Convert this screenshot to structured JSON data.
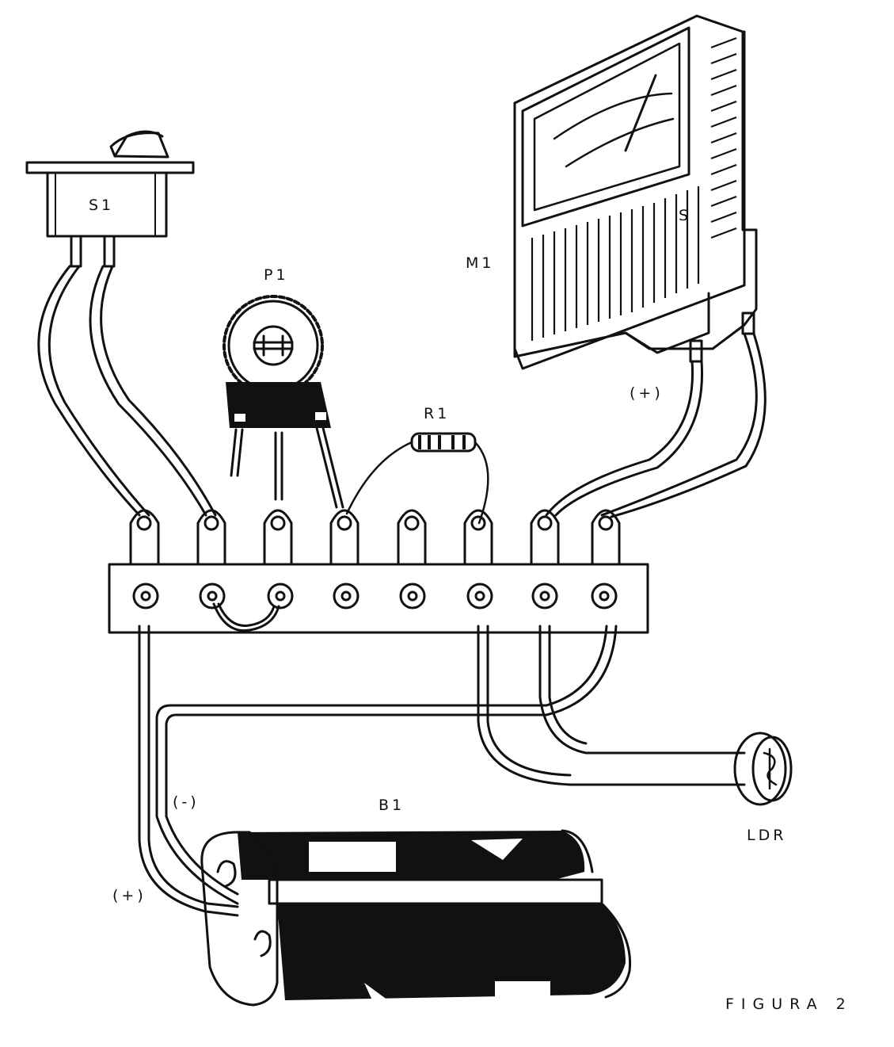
{
  "figure": {
    "caption": "FIGURA 2"
  },
  "components": {
    "switch": {
      "label": "S1"
    },
    "potentiometer": {
      "label": "P1"
    },
    "resistor": {
      "label": "R1"
    },
    "meter": {
      "label": "M1",
      "polarity_plus": "(+)"
    },
    "ldr": {
      "label": "LDR"
    },
    "battery": {
      "label": "B1",
      "polarity_minus": "(-)",
      "polarity_plus": "(+)"
    }
  },
  "terminal_strip": {
    "terminal_count": 8
  },
  "colors": {
    "ink": "#111111",
    "paper": "#ffffff"
  }
}
